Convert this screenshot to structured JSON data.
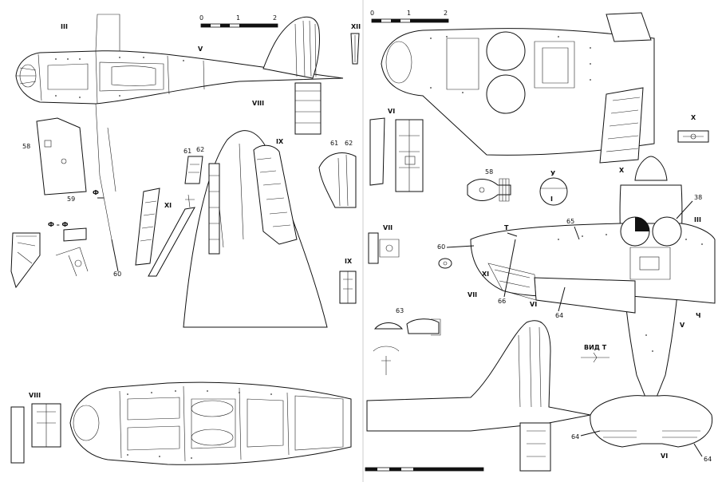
{
  "scales": [
    {
      "ticks": [
        "0",
        "1",
        "2"
      ]
    },
    {
      "ticks": [
        "0",
        "1",
        "2"
      ]
    },
    {
      "ticks": []
    }
  ],
  "views": {
    "III": "III",
    "V": "V",
    "VIII": "VIII",
    "IX": "IX",
    "XII": "XII",
    "VI": "VI",
    "VII": "VII",
    "X": "X",
    "XI": "XI",
    "I": "I",
    "section_ff": "Ф – Ф",
    "phi": "Ф",
    "view_t": "ВИД Т",
    "T": "Т",
    "Y": "У",
    "Ch": "Ч"
  },
  "callouts": [
    "58",
    "59",
    "60",
    "61",
    "62",
    "63",
    "64",
    "65",
    "66",
    "38"
  ]
}
